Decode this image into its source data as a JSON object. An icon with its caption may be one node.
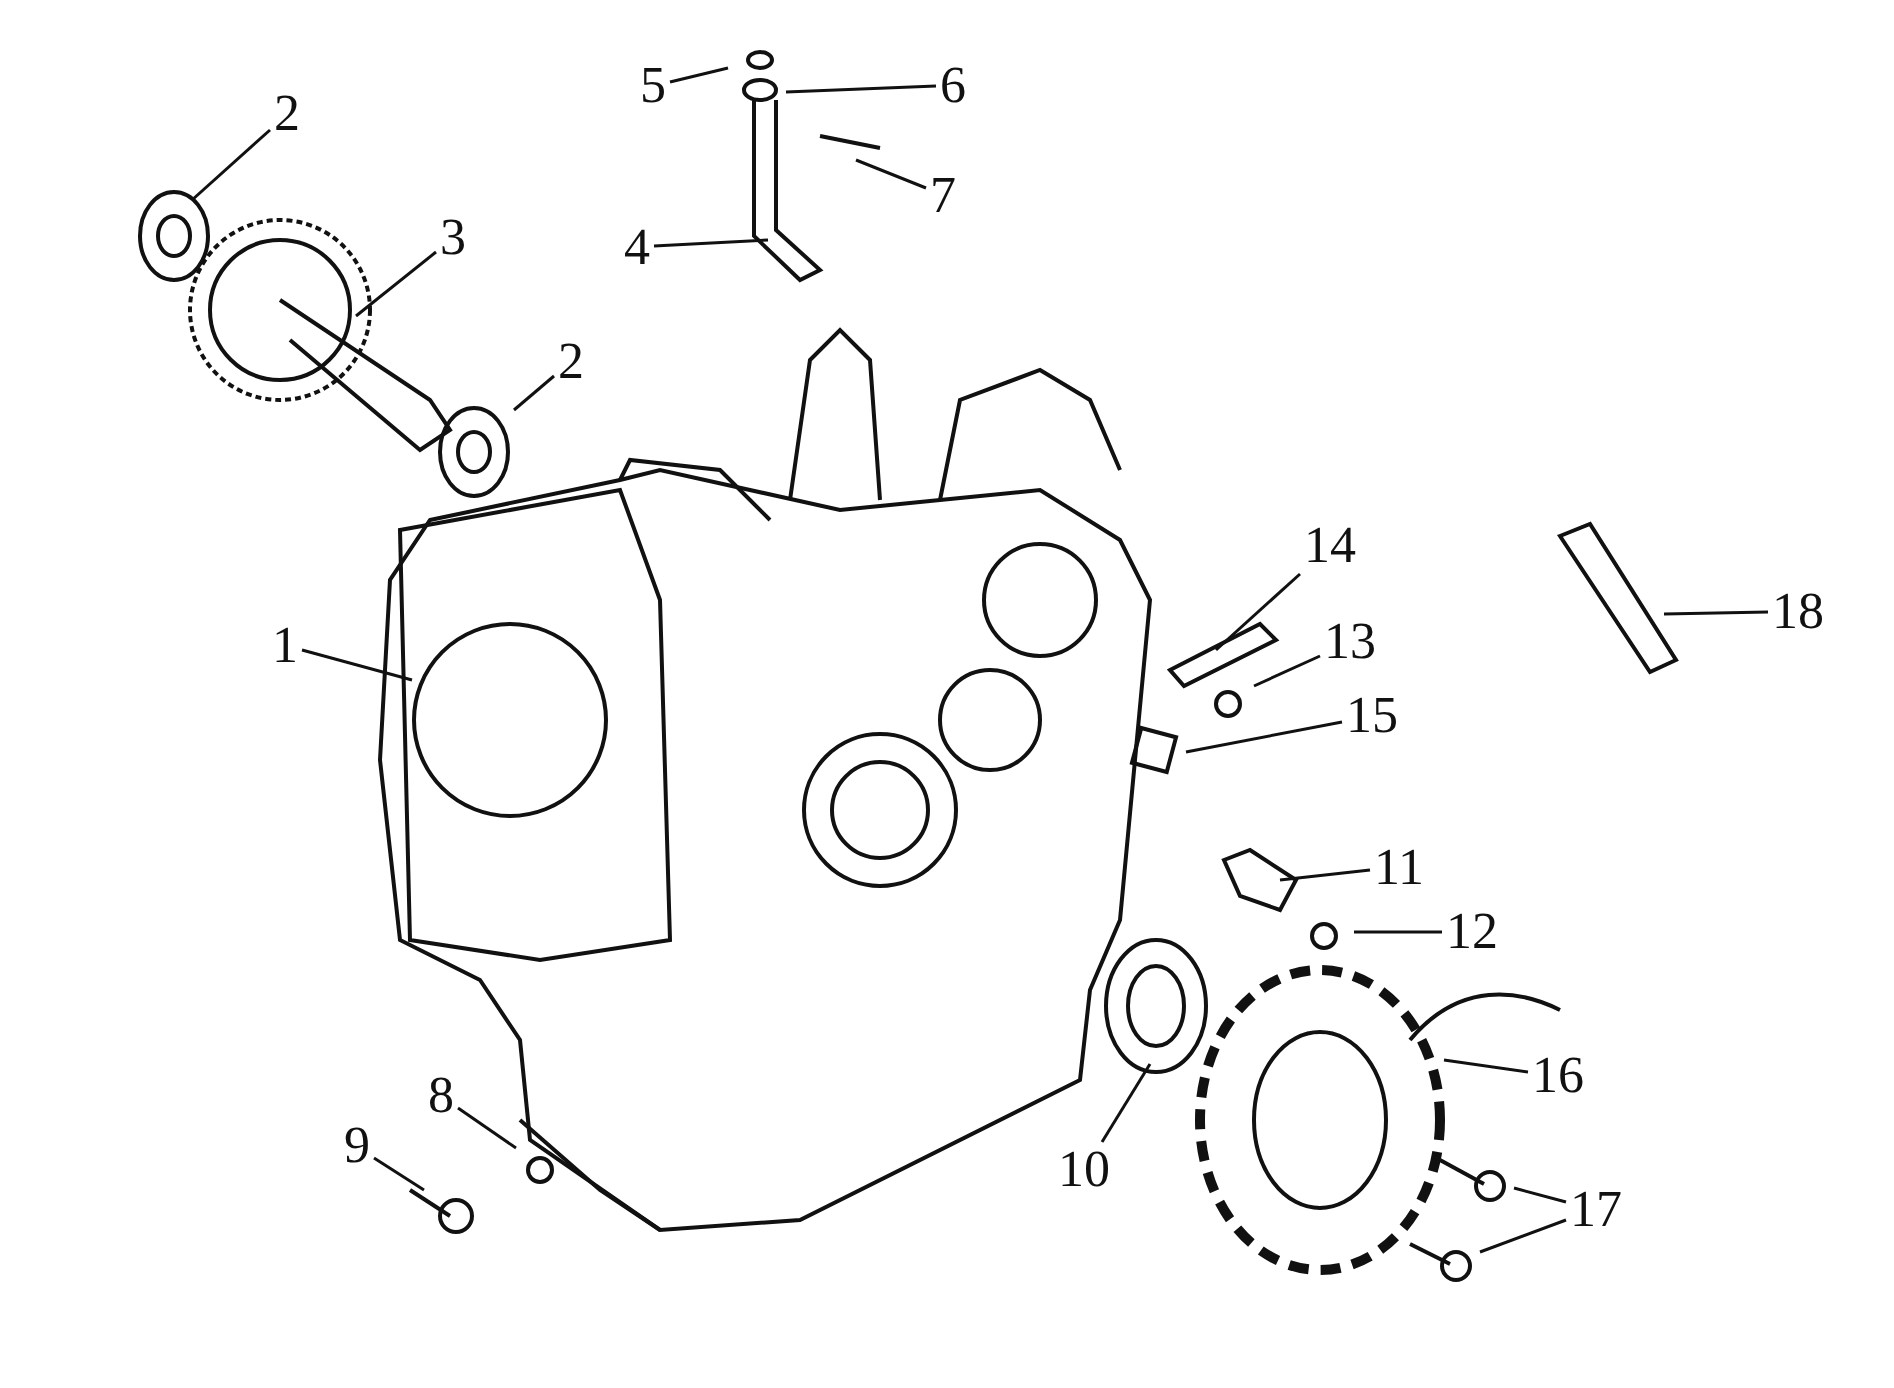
{
  "diagram": {
    "nodes": [
      {
        "text": [
          "5"
        ]
      },
      {
        "text": [
          "6"
        ]
      },
      {
        "text": [
          "2"
        ]
      },
      {
        "text": [
          "7"
        ]
      },
      {
        "text": [
          "3"
        ]
      },
      {
        "text": [
          "4"
        ]
      },
      {
        "text": [
          "2"
        ]
      },
      {
        "text": [
          "14"
        ]
      },
      {
        "text": [
          "18"
        ]
      },
      {
        "text": [
          "1"
        ]
      },
      {
        "text": [
          "13"
        ]
      },
      {
        "text": [
          "15"
        ]
      },
      {
        "text": [
          "11"
        ]
      },
      {
        "text": [
          "12"
        ]
      },
      {
        "text": [
          "16"
        ]
      },
      {
        "text": [
          "8"
        ]
      },
      {
        "text": [
          "9"
        ]
      },
      {
        "text": [
          "10"
        ]
      },
      {
        "text": [
          "17"
        ]
      }
    ],
    "edges": [
      {
        "from": 0,
        "to": null,
        "arrow": "none"
      },
      {
        "from": 1,
        "to": null,
        "arrow": "none"
      },
      {
        "from": 2,
        "to": null,
        "arrow": "none"
      },
      {
        "from": 3,
        "to": null,
        "arrow": "none"
      },
      {
        "from": 4,
        "to": null,
        "arrow": "none"
      },
      {
        "from": 5,
        "to": null,
        "arrow": "none"
      },
      {
        "from": 6,
        "to": null,
        "arrow": "none"
      },
      {
        "from": 7,
        "to": null,
        "arrow": "none"
      },
      {
        "from": 8,
        "to": null,
        "arrow": "none"
      },
      {
        "from": 9,
        "to": null,
        "arrow": "none"
      },
      {
        "from": 10,
        "to": null,
        "arrow": "none"
      },
      {
        "from": 11,
        "to": null,
        "arrow": "none"
      },
      {
        "from": 12,
        "to": null,
        "arrow": "none"
      },
      {
        "from": 13,
        "to": null,
        "arrow": "none"
      },
      {
        "from": 14,
        "to": null,
        "arrow": "none"
      },
      {
        "from": 15,
        "to": null,
        "arrow": "none"
      },
      {
        "from": 16,
        "to": null,
        "arrow": "none"
      },
      {
        "from": 17,
        "to": null,
        "arrow": "none"
      },
      {
        "from": 18,
        "to": null,
        "arrow": "none"
      },
      {
        "from": 18,
        "to": null,
        "arrow": "none"
      }
    ]
  }
}
